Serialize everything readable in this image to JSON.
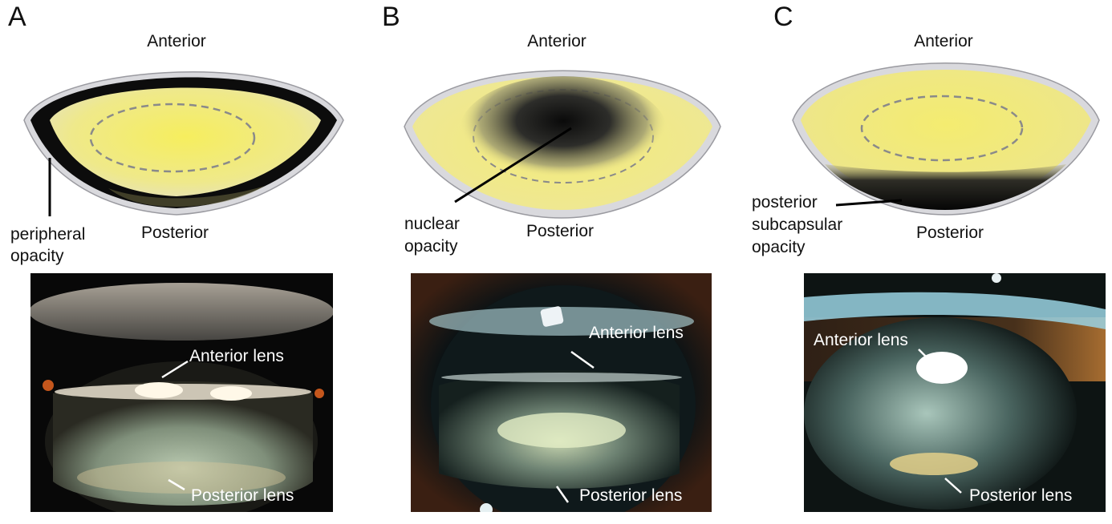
{
  "panels": [
    {
      "letter": "A",
      "anterior": "Anterior",
      "posterior": "Posterior",
      "opacity_label_line1": "peripheral",
      "opacity_label_line2": "opacity",
      "photo_anterior": "Anterior lens",
      "photo_posterior": "Posterior lens"
    },
    {
      "letter": "B",
      "anterior": "Anterior",
      "posterior": "Posterior",
      "opacity_label_line1": "nuclear",
      "opacity_label_line2": "opacity",
      "photo_anterior": "Anterior lens",
      "photo_posterior": "Posterior lens"
    },
    {
      "letter": "C",
      "anterior": "Anterior",
      "posterior": "Posterior",
      "opacity_label_line1": "posterior",
      "opacity_label_line2": "subcapsular",
      "opacity_label_line3": "opacity",
      "photo_anterior": "Anterior lens",
      "photo_posterior": "Posterior lens"
    }
  ],
  "colors": {
    "lens_yellow": "#f3ec7c",
    "capsule": "#d9d9dd",
    "opacity_dark": "#0c0c0c"
  }
}
